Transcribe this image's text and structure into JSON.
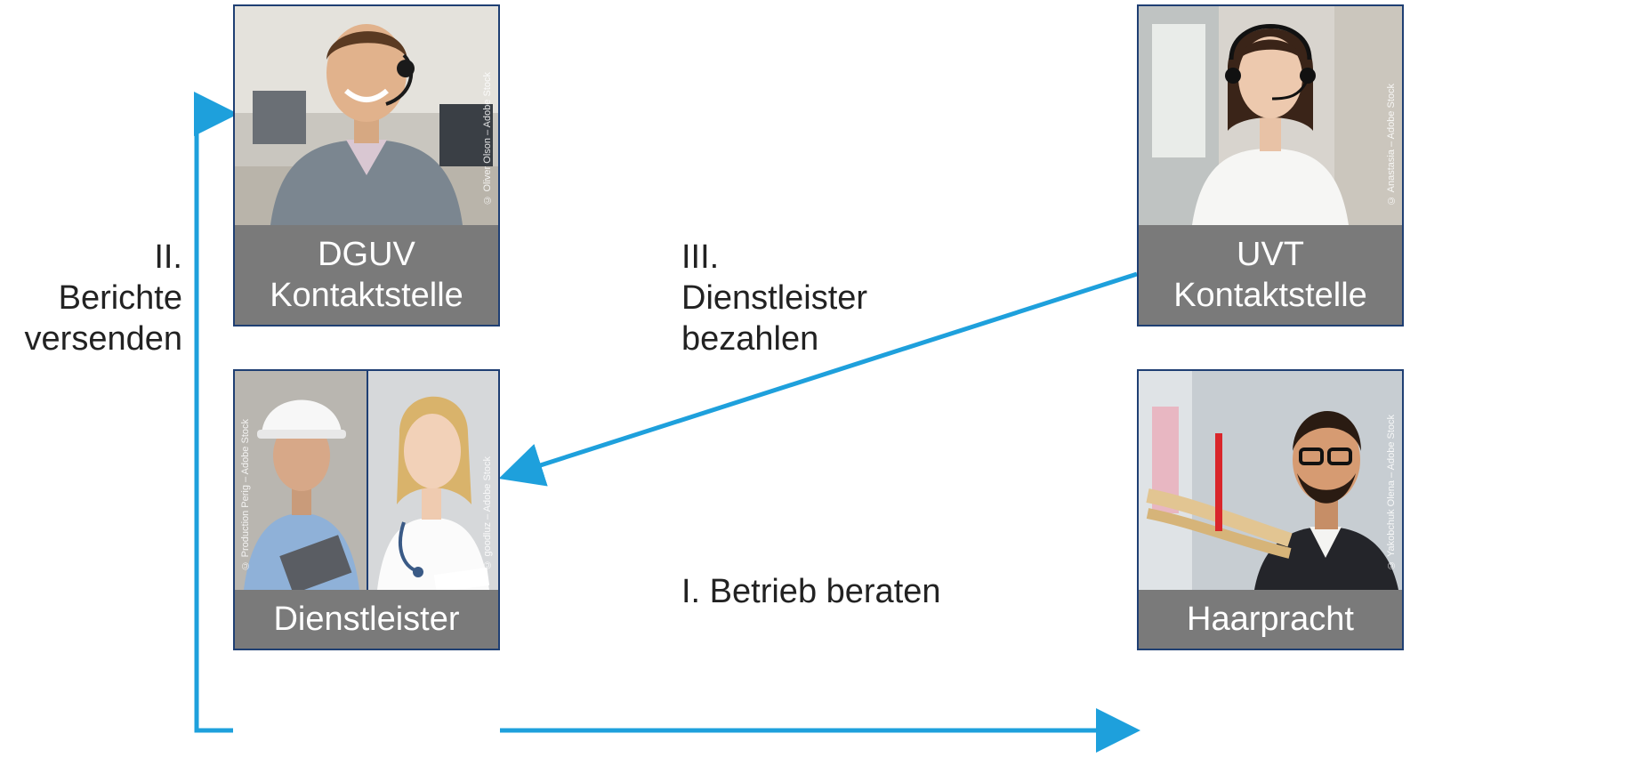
{
  "cards": {
    "dguv": {
      "line1": "DGUV",
      "line2": "Kontaktstelle",
      "credit": "© Oliver Olson – Adobe Stock"
    },
    "uvt": {
      "line1": "UVT",
      "line2": "Kontaktstelle",
      "credit": "© Anastasia – Adobe Stock"
    },
    "dienstleister": {
      "label": "Dienstleister",
      "credit_left": "© Production Perig – Adobe Stock",
      "credit_right": "© goodluz – Adobe Stock"
    },
    "haarpracht": {
      "label": "Haarpracht",
      "credit": "© Yakobchuk Olena – Adobe Stock"
    }
  },
  "steps": {
    "step1": "I. Betrieb beraten",
    "step2": {
      "num": "II.",
      "line1": "Berichte",
      "line2": "versenden"
    },
    "step3": {
      "num": "III.",
      "line1": "Dienstleister",
      "line2": "bezahlen"
    }
  },
  "colors": {
    "arrow": "#1ea0dc",
    "caption_bg": "#7a7a7a",
    "border": "#1f3f73"
  }
}
